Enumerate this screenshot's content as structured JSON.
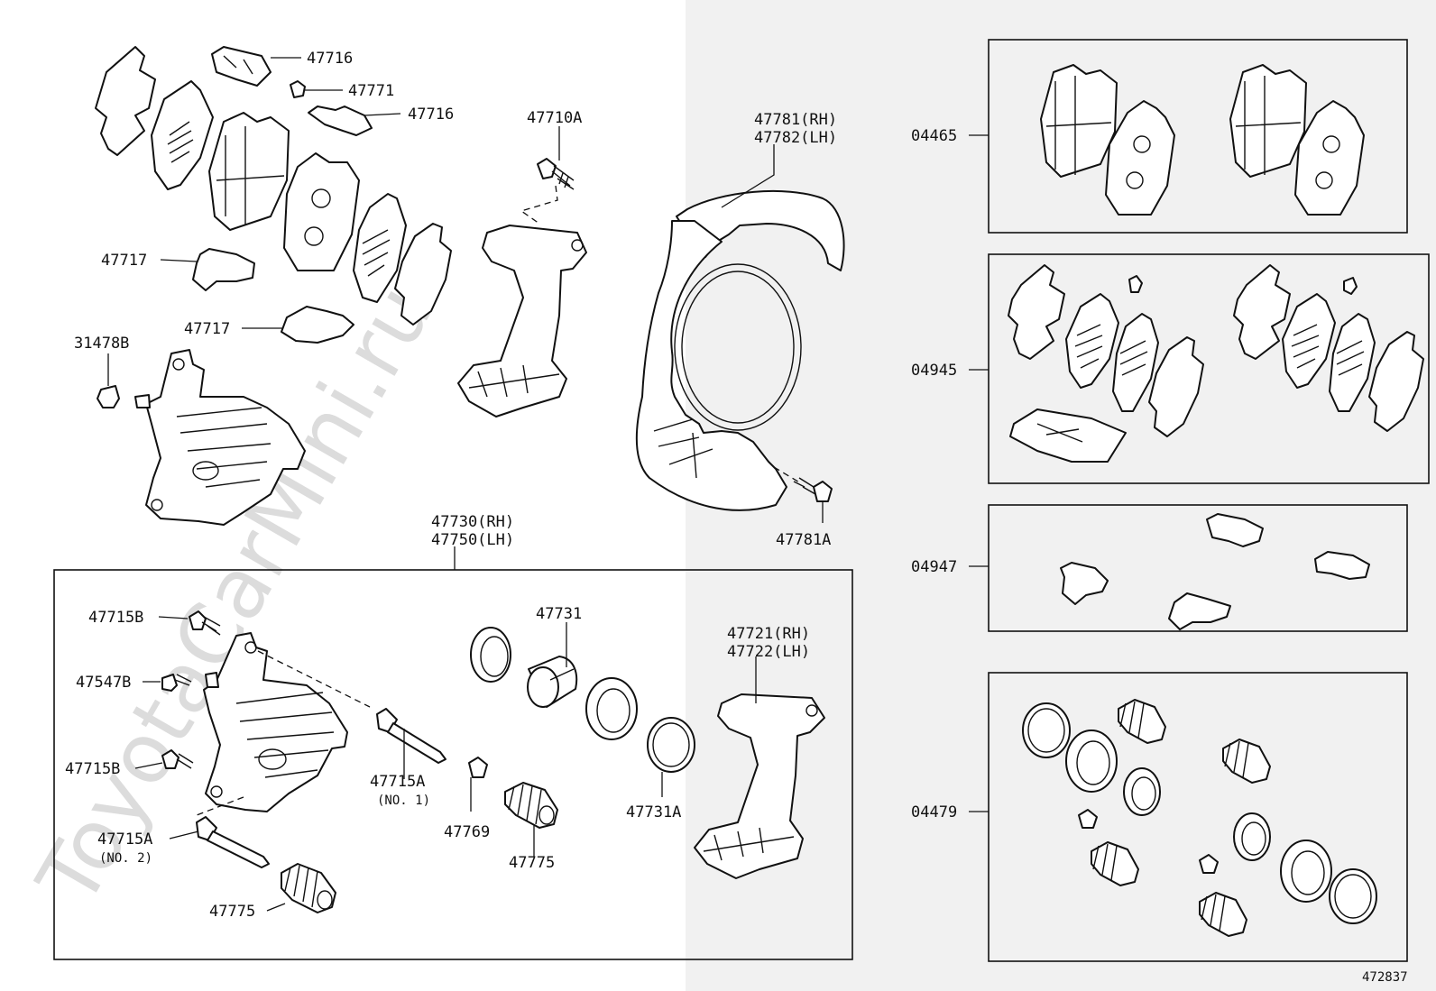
{
  "watermark": "ToyotaCarMini.ru",
  "diagram_id": "472837",
  "labels": {
    "l47716a": "47716",
    "l47771": "47771",
    "l47716b": "47716",
    "l47710A": "47710A",
    "l47717a": "47717",
    "l47717b": "47717",
    "l31478B": "31478B",
    "l47781": "47781(RH)",
    "l47782": "47782(LH)",
    "l47781A": "47781A",
    "l47730": "47730(RH)",
    "l47750": "47750(LH)",
    "l47715B_a": "47715B",
    "l47547B": "47547B",
    "l47715B_b": "47715B",
    "l47715A_2": "47715A",
    "l47715A_2_sub": "(NO. 2)",
    "l47775_a": "47775",
    "l47731": "47731",
    "l47715A_1": "47715A",
    "l47715A_1_sub": "(NO. 1)",
    "l47769": "47769",
    "l47775_b": "47775",
    "l47731A": "47731A",
    "l47721": "47721(RH)",
    "l47722": "47722(LH)",
    "l04465": "04465",
    "l04945": "04945",
    "l04947": "04947",
    "l04479": "04479"
  }
}
